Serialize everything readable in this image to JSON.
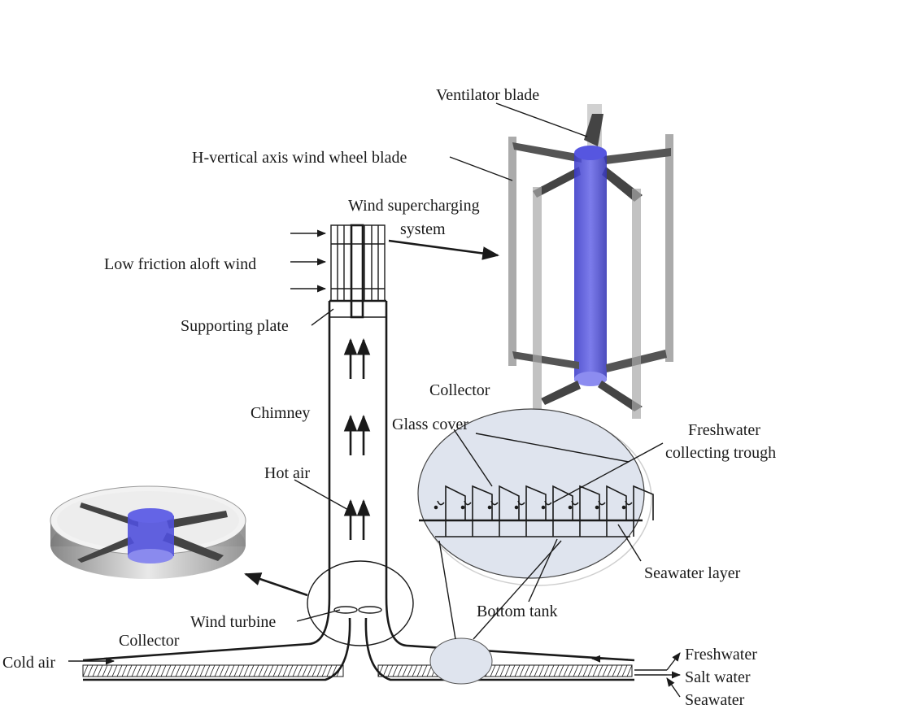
{
  "labels": {
    "ventilator_blade": "Ventilator blade",
    "h_vertical_axis": "H-vertical axis wind wheel blade",
    "wind_supercharging_1": "Wind supercharging",
    "wind_supercharging_2": "system",
    "low_friction_wind": "Low friction aloft wind",
    "supporting_plate": "Supporting plate",
    "chimney": "Chimney",
    "hot_air": "Hot air",
    "wind_turbine": "Wind turbine",
    "collector_bottom": "Collector",
    "cold_air": "Cold air",
    "collector_top": "Collector",
    "glass_cover": "Glass cover",
    "freshwater_trough_1": "Freshwater",
    "freshwater_trough_2": "collecting trough",
    "seawater_layer": "Seawater layer",
    "bottom_tank": "Bottom tank",
    "freshwater": "Freshwater",
    "salt_water": "Salt water",
    "seawater": "Seawater"
  },
  "colors": {
    "shaft_blue": "#4a4ad6",
    "collector_inset": "#dfe4ee",
    "blade_gray": "#555555"
  }
}
